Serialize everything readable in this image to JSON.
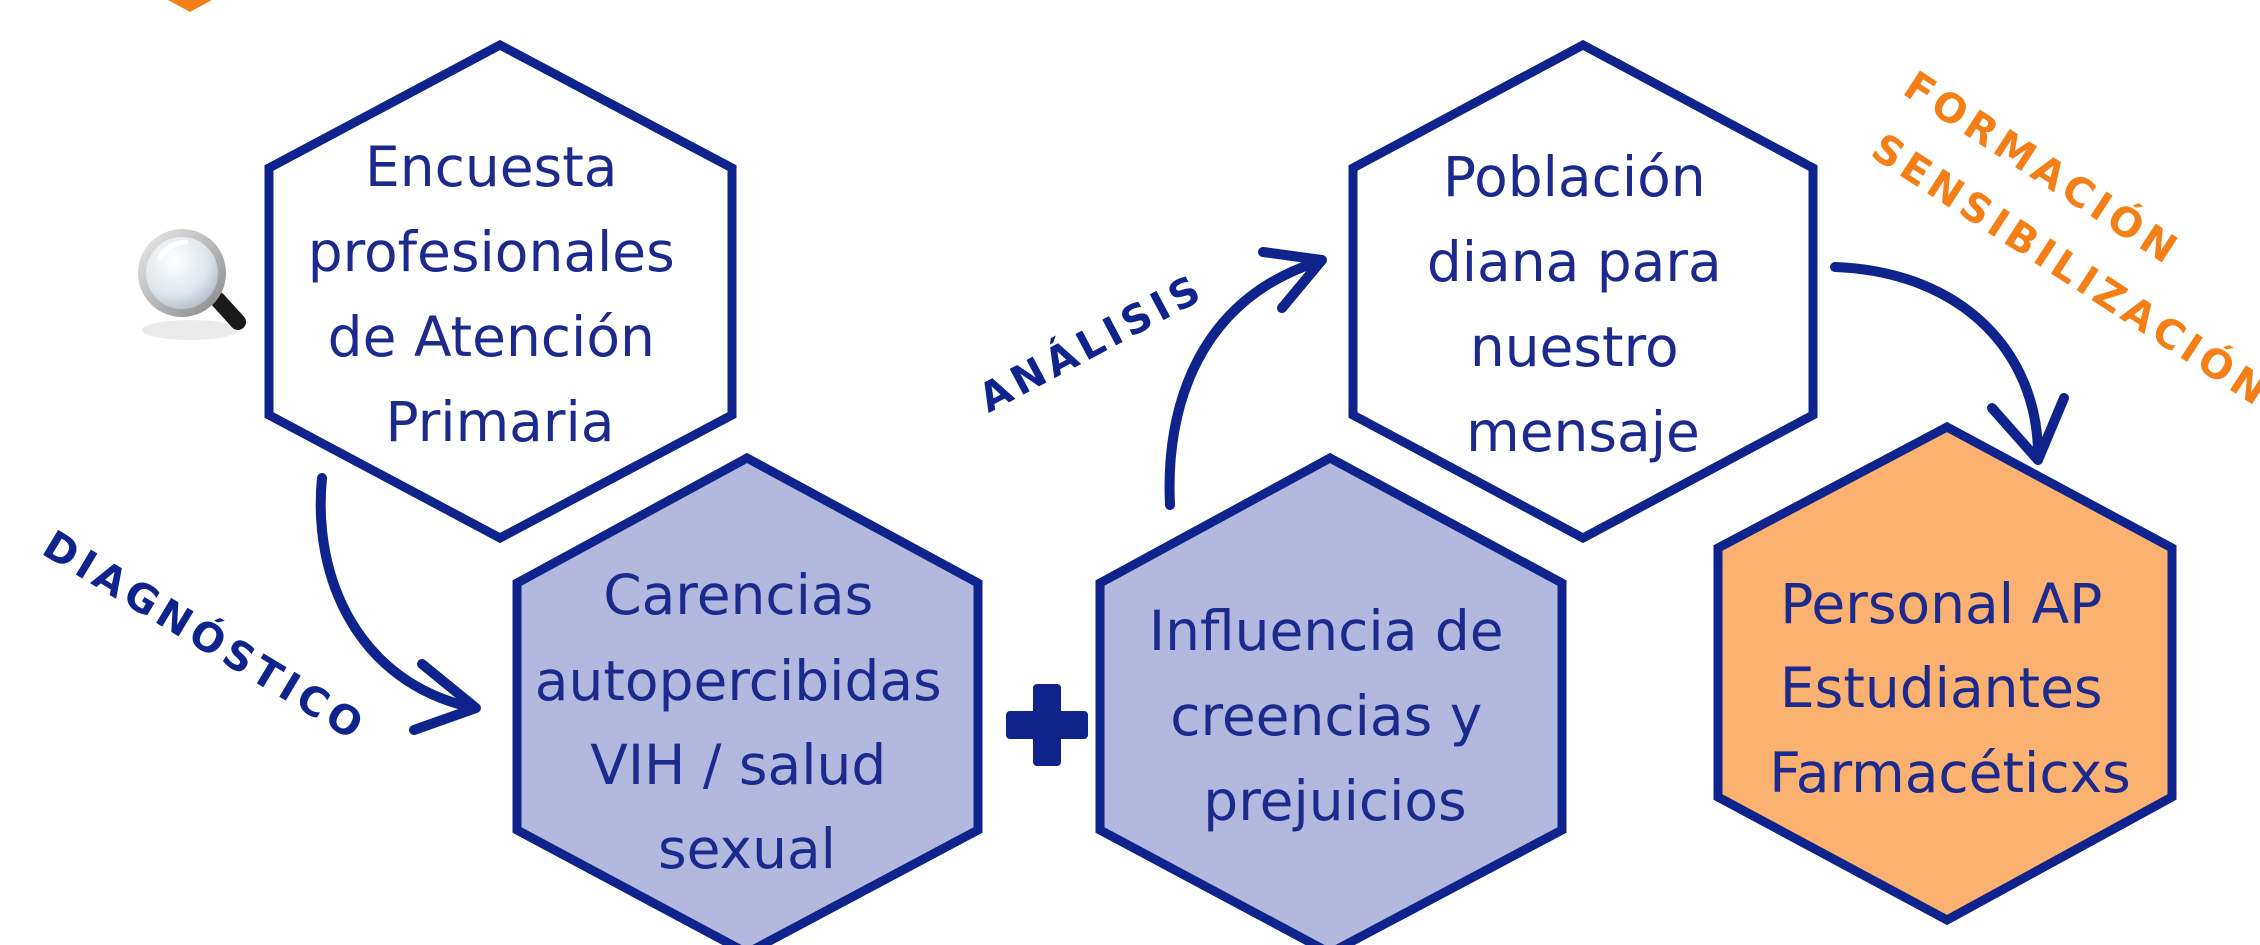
{
  "colors": {
    "navy": "#0f238c",
    "text": "#1b2a8c",
    "lavender": "#b3b9de",
    "orange": "#fbb16f",
    "orange_label": "#f57f17",
    "white": "#ffffff"
  },
  "hexagons": {
    "encuesta": [
      "Encuesta",
      "profesionales",
      "de Atención",
      "Primaria"
    ],
    "poblacion": [
      "Población",
      "diana para",
      "nuestro",
      "mensaje"
    ],
    "carencias": [
      "Carencias",
      "autopercibidas",
      "VIH / salud",
      "sexual"
    ],
    "influencia": [
      "Influencia de",
      "creencias y",
      "prejuicios"
    ],
    "personal": [
      "Personal AP",
      "Estudiantes",
      "Farmacéticxs"
    ]
  },
  "labels": {
    "diagnostico": "DIAGNÓSTICO",
    "analisis": "ANÁLISIS",
    "formacion": "FORMACIÓN",
    "sensibilizacion": "SENSIBILIZACIÓN"
  },
  "icons": {
    "search": "magnifying-glass-icon",
    "plus": "plus-icon"
  }
}
